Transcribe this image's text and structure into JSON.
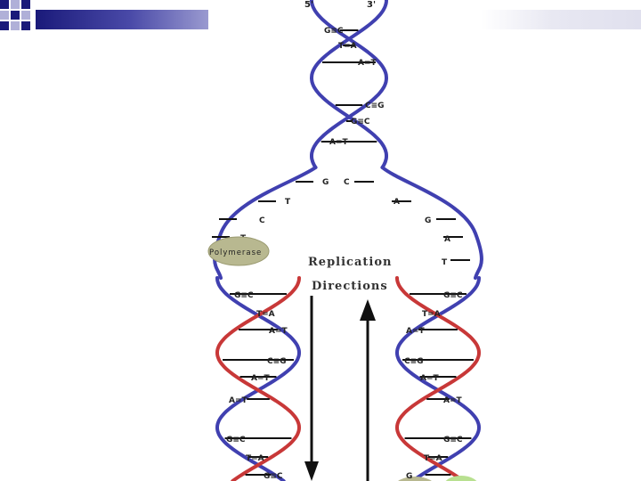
{
  "strand_ends": {
    "left": "5'",
    "right": "3'"
  },
  "parent_pairs": [
    "G≡C",
    "T=A",
    "A=T",
    "C≡G",
    "G≡C",
    "A=T"
  ],
  "fork_bases_left": [
    "G",
    "T",
    "C",
    "T"
  ],
  "fork_bases_right": [
    "C",
    "A",
    "G",
    "A",
    "T"
  ],
  "enzyme": {
    "label": "Polymerase"
  },
  "replication": {
    "line1": "Replication",
    "line2": "Directions"
  },
  "left_daughter_pairs": [
    "G≡C",
    "T=A",
    "A=T",
    "C≡G",
    "A=T",
    "A=T",
    "G≡C",
    "T=A",
    "G≡C"
  ],
  "right_daughter_pairs": [
    "G≡C",
    "T=A",
    "A=T",
    "C≡G",
    "A=T",
    "A=T",
    "G≡C",
    "T=A",
    "G"
  ],
  "colors": {
    "parent_strand": "#4040b0",
    "new_strand": "#c83838",
    "enzyme_left": "#b8b890",
    "enzyme_right": "#b8e090",
    "arrow": "#111111",
    "deco_square": "#1a1a7a"
  }
}
